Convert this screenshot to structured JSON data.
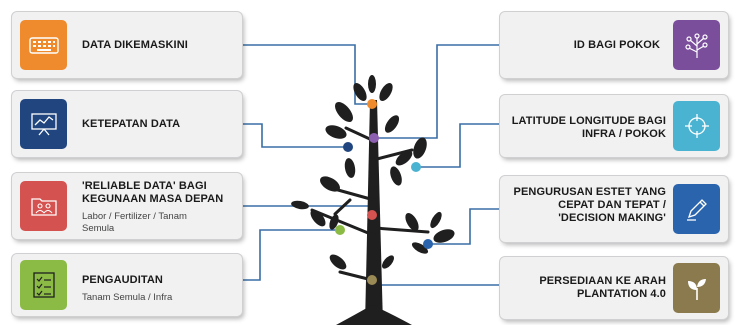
{
  "left_cards": [
    {
      "title": "DATA DIKEMASKINI",
      "subtitle": "",
      "icon": "keyboard-icon",
      "color": "#ef8b2c"
    },
    {
      "title": "KETEPATAN DATA",
      "subtitle": "",
      "icon": "presentation-chart-icon",
      "color": "#21467f"
    },
    {
      "title": "'RELIABLE DATA' BAGI KEGUNAAN MASA DEPAN",
      "subtitle": "Labor / Fertilizer / Tanam Semula",
      "icon": "folder-people-icon",
      "color": "#d4524f"
    },
    {
      "title": "PENGAUDITAN",
      "subtitle": "Tanam Semula / Infra",
      "icon": "checklist-icon",
      "color": "#8bbb45"
    }
  ],
  "right_cards": [
    {
      "title": "ID BAGI POKOK",
      "icon": "tree-icon",
      "color": "#7b4e9c"
    },
    {
      "title": "LATITUDE LONGITUDE BAGI INFRA / POKOK",
      "icon": "crosshair-icon",
      "color": "#4ab3d1"
    },
    {
      "title": "PENGURUSAN ESTET YANG CEPAT DAN TEPAT / 'DECISION MAKING'",
      "icon": "pencil-icon",
      "color": "#2a64ad"
    },
    {
      "title": "PERSEDIAAN KE ARAH PLANTATION 4.0",
      "icon": "sprout-icon",
      "color": "#8a7a4d"
    }
  ],
  "colors": {
    "line": "#3a6ea5",
    "tree": "#1f1f1f",
    "card_bg": "#f1f1f2"
  }
}
